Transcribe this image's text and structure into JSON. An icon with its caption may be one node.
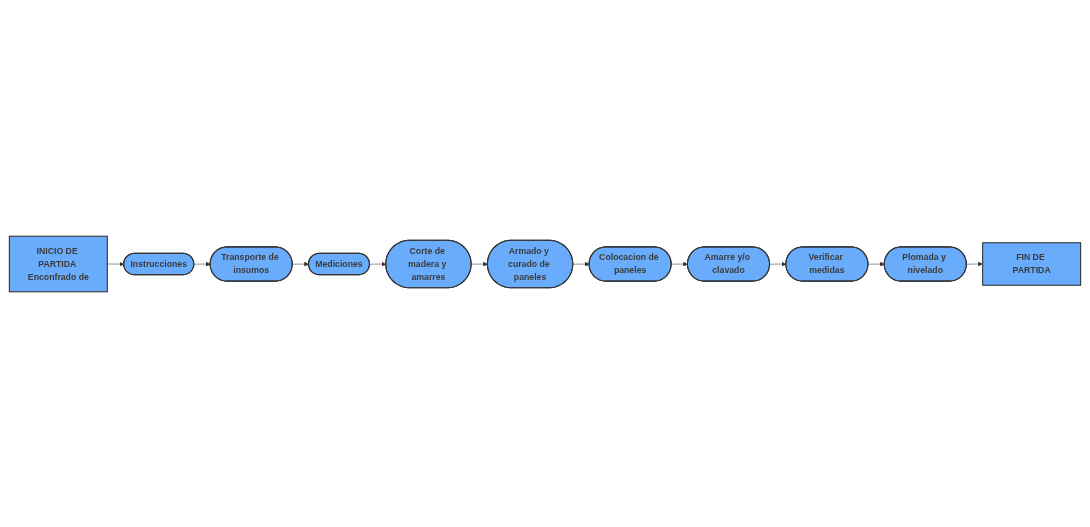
{
  "diagram": {
    "nodes": [
      {
        "text": [
          "INICIO DE PARTIDA Enconfrado de"
        ]
      },
      {
        "text": [
          "Instrucciones"
        ]
      },
      {
        "text": [
          "Transporte de insumos"
        ]
      },
      {
        "text": [
          "Mediciones"
        ]
      },
      {
        "text": [
          "Corte de madera y amarres"
        ]
      },
      {
        "text": [
          "Armado y curado de paneles"
        ]
      },
      {
        "text": [
          "Colocacion de paneles"
        ]
      },
      {
        "text": [
          "Amarre y/o clavado"
        ]
      },
      {
        "text": [
          "Verificar medidas"
        ]
      },
      {
        "text": [
          "Plomada y nivelado"
        ]
      },
      {
        "text": [
          "FIN DE PARTIDA"
        ]
      }
    ],
    "edges": [
      {
        "from": 0,
        "to": 1,
        "arrow": "to"
      },
      {
        "from": 1,
        "to": 2,
        "arrow": "to"
      },
      {
        "from": 2,
        "to": 3,
        "arrow": "to"
      },
      {
        "from": 3,
        "to": 4,
        "arrow": "to"
      },
      {
        "from": 4,
        "to": 5,
        "arrow": "to"
      },
      {
        "from": 5,
        "to": 6,
        "arrow": "to"
      },
      {
        "from": 6,
        "to": 7,
        "arrow": "to"
      },
      {
        "from": 7,
        "to": 8,
        "arrow": "to"
      },
      {
        "from": 8,
        "to": 9,
        "arrow": "to"
      },
      {
        "from": 9,
        "to": 10,
        "arrow": "to"
      }
    ]
  }
}
